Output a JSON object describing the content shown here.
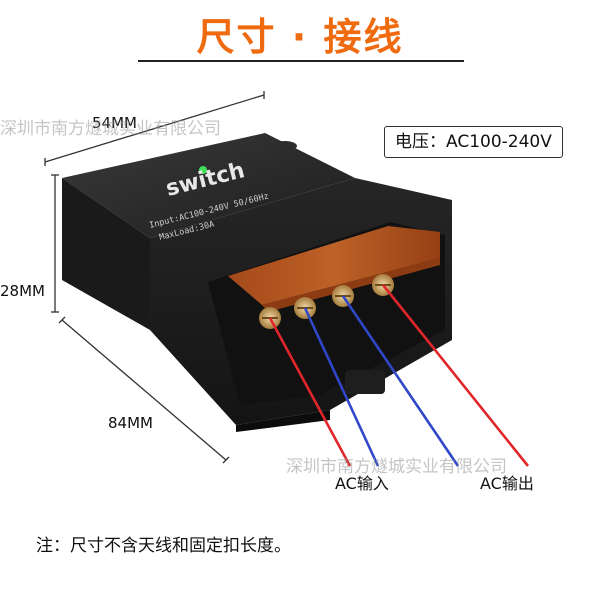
{
  "title": "尺寸 · 接线",
  "voltage_label": "电压：AC100-240V",
  "dimensions": {
    "width": "54MM",
    "height": "28MM",
    "length": "84MM"
  },
  "device": {
    "brand": "switch",
    "spec_line1": "Input:AC100-240V 50/60Hz",
    "spec_line2": "MaxLoad:30A"
  },
  "wires": {
    "input_label": "AC输入",
    "output_label": "AC输出",
    "colors": {
      "live": "#e0262b",
      "neutral": "#2f47c8"
    }
  },
  "watermark": "深圳市南方燧城实业有限公司",
  "note": "注：尺寸不含天线和固定扣长度。"
}
